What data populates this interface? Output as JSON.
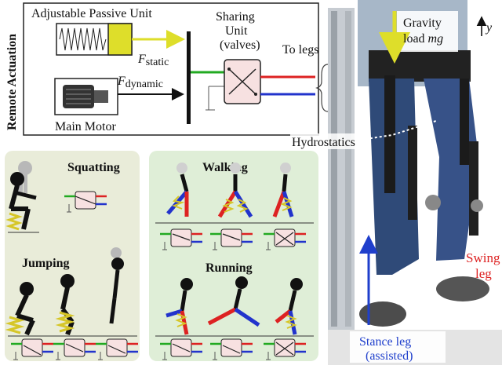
{
  "remote": {
    "vertical_label": "Remote Actuation",
    "passive_unit_label": "Adjustable Passive Unit",
    "f_static": "F",
    "f_static_sub": "static",
    "f_dynamic": "F",
    "f_dynamic_sub": "dynamic",
    "main_motor_label": "Main Motor",
    "sharing_unit_line1": "Sharing",
    "sharing_unit_line2": "Unit",
    "valves_label": "(valves)",
    "to_legs_label": "To legs"
  },
  "photo": {
    "gravity_line1": "Gravity",
    "gravity_line2_prefix": "load ",
    "gravity_symbol": "mg",
    "axis_y": "y",
    "hydrostatics_label": "Hydrostatics",
    "swing_line1": "Swing",
    "swing_line2": "leg",
    "stance_line1": "Stance leg",
    "stance_line2": "(assisted)"
  },
  "panels": {
    "squatting": "Squatting",
    "jumping": "Jumping",
    "walking": "Walking",
    "running": "Running"
  },
  "colors": {
    "passive_unit": "#dede2a",
    "sharing_unit": "#f7e1e1",
    "green_line": "#22aa22",
    "red_line": "#dd2222",
    "blue_line": "#2233cc",
    "left_panel_bg": "#e9ecd9",
    "right_panel_bg": "#dfeed7",
    "spring_yellow": "#d6c628",
    "swing_leg_text": "#dd2222",
    "stance_leg_text": "#1f3fcc"
  }
}
